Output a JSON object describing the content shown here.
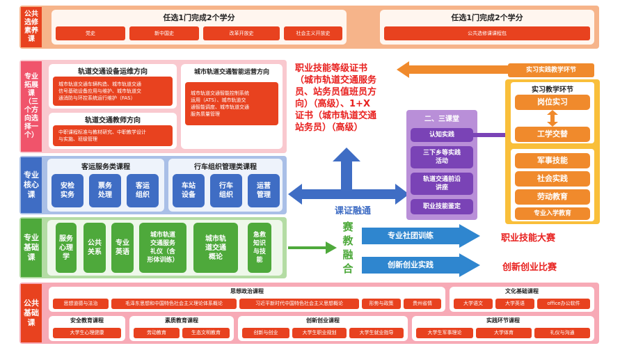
{
  "rows": {
    "gongxuan": {
      "label": "公共\n选修\n素养\n课"
    },
    "tuozhan": {
      "label": "专业\n拓展\n课\n（三\n个方\n向选\n择一\n个）"
    },
    "hexin": {
      "label": "专业\n核心\n课"
    },
    "jichu": {
      "label": "专业\n基础\n课"
    },
    "gongjichu": {
      "label": "公共\n基础\n课"
    }
  },
  "elective": {
    "left_title": "任选1门完成2个学分",
    "left_items": [
      "党史",
      "新中国史",
      "改革开放史",
      "社会主义开放史"
    ],
    "right_title": "任选1门完成2个学分",
    "right_item": "公共选修课课程包"
  },
  "ext": {
    "dir1_title": "轨道交通设备运维方向",
    "dir1_text": "城市轨道交通车辆构造、城市轨道交通\n信号基础设备应用与维护、城市轨道交\n通消防与环控系统运行维护（FAS）",
    "dir2_title": "轨道交通教师方向",
    "dir2_text": "中职课程标准与教材研究、中职教学设计\n与实施、班级管理",
    "dir3_title": "城市轨道交通智能运营方向",
    "dir3_text": "城市轨道交通智能控制系统\n运用（ATS）、城市轨道交\n通智能调度、城市轨道交通\n服务质量管理"
  },
  "core": {
    "group1_title": "客运服务类课程",
    "group1_items": [
      "安检\n实务",
      "票务\n处理",
      "客运\n组织"
    ],
    "group2_title": "行车组织管理类课程",
    "group2_items": [
      "车站\n设备",
      "行车\n组织",
      "运营\n管理"
    ]
  },
  "basic": {
    "items": [
      "服务\n心理\n学",
      "公共\n关系",
      "专业\n英语",
      "城市轨道\n交通服务\n礼仪（含\n形体训练）",
      "城市轨\n道交通\n概论",
      "急救\n知识\n与技\n能"
    ]
  },
  "center": {
    "cert_text": "职业技能等级证书\n（城市轨道交通服务\n员、站务员值班员方\n向）（高级）、1+X\n证书（城市轨道交通\n站务员）（高级）",
    "kezheng": "课证融通",
    "saijiao": "赛\n教\n融\n合"
  },
  "classroom": {
    "title": "二、三课堂",
    "items": [
      "认知实践",
      "三下乡等实践\n活动",
      "轨道交通前沿\n讲座",
      "职业技能鉴定"
    ]
  },
  "practice": {
    "top_label": "实习实践教学环节",
    "inner_title": "实习教学环节",
    "items": [
      "岗位实习",
      "工学交替",
      "军事技能",
      "社会实践",
      "劳动教育",
      "专业入学教育"
    ]
  },
  "arrows": {
    "club": "专业社团训练",
    "innov": "创新创业实践",
    "contest1": "职业技能大赛",
    "contest2": "创新创业比赛"
  },
  "public": {
    "sz_title": "思想政治课程",
    "sz_row1": [
      "思想道德与法治",
      "毛泽东思想和中国特色社会主义理论体系概论",
      "习近平新时代中国特色社会主义思想概论",
      "形势与政策",
      "贵州省情"
    ],
    "wh_title": "文化基础课程",
    "wh_items": [
      "大学语文",
      "大学英语",
      "office办公软件"
    ],
    "aq_title": "安全教育课程",
    "aq_items": [
      "大学生心理健康"
    ],
    "sy_title": "素质教育课程",
    "sy_items": [
      "劳动教育",
      "生态文明教育"
    ],
    "cx_title": "创新创业课程",
    "cx_items": [
      "创新与创业",
      "大学生职业规划",
      "大学生就业指导"
    ],
    "sj_title": "实践环节课程",
    "sj_items": [
      "大学生军事理论",
      "大学体育",
      "礼仪与沟通"
    ]
  },
  "colors": {
    "orange": "#f08a2c",
    "red": "#e8421f",
    "blue": "#3f6dc4",
    "green": "#4ea93b",
    "pink": "#f0546b",
    "purple": "#7a43b6"
  }
}
